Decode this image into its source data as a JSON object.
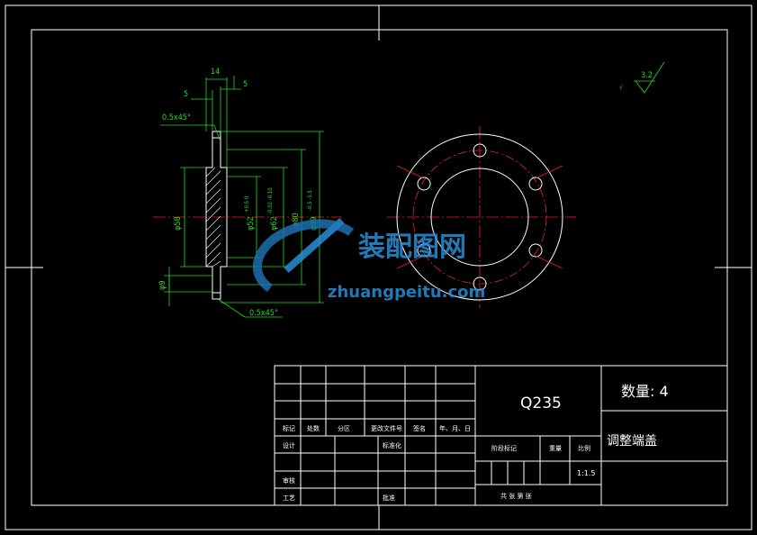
{
  "dimensions": {
    "width_14": "14",
    "width_5_left": "5",
    "width_5_right": "5",
    "surface_roughness_small": "3.2",
    "chamfer_top": "0.5x45°",
    "chamfer_bottom": "0.5x45°",
    "dia_58": "φ58",
    "dia_9": "φ9",
    "dia_52": "φ52",
    "dia_52_tol": "+0.5\n0",
    "dia_62": "φ62",
    "dia_62_tol": "-0.02\n-0.10",
    "dia_80": "φ80",
    "dia_99": "φ99",
    "dia_99_tol": "-0.5\n-1.5"
  },
  "roughness": {
    "value": "3.2"
  },
  "watermark": {
    "brand": "装配图网",
    "url": "zhuangpeitu.com"
  },
  "title_block": {
    "material": "Q235",
    "quantity": "数量: 4",
    "part_name": "调整端盖",
    "scale": "1:1.5",
    "headers_row": [
      "标记",
      "处数",
      "分区",
      "更改文件号",
      "签名",
      "年、月、日"
    ],
    "design_label": "设计",
    "standard_label": "标准化",
    "review_label": "审核",
    "process_label": "工艺",
    "approve_label": "批准",
    "stage_mark_label": "阶段标记",
    "weight_label": "重量",
    "scale_label": "比例",
    "sheet_label": "共    张  第    张"
  },
  "colors": {
    "outline": "#ffffff",
    "dimension": "#22dd22",
    "centerline": "#ee2222",
    "background": "#000000"
  }
}
